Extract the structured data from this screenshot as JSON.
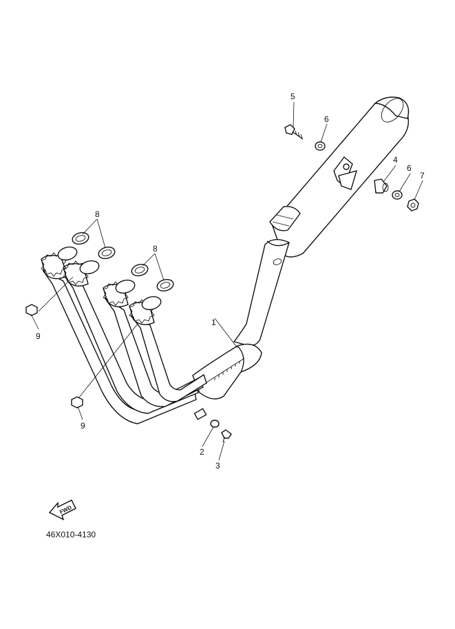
{
  "callouts": [
    {
      "id": "c1",
      "label": "1"
    },
    {
      "id": "c2",
      "label": "2"
    },
    {
      "id": "c3",
      "label": "3"
    },
    {
      "id": "c4",
      "label": "4"
    },
    {
      "id": "c5",
      "label": "5"
    },
    {
      "id": "c6a",
      "label": "6"
    },
    {
      "id": "c6b",
      "label": "6"
    },
    {
      "id": "c7",
      "label": "7"
    },
    {
      "id": "c8a",
      "label": "8"
    },
    {
      "id": "c8b",
      "label": "8"
    },
    {
      "id": "c9a",
      "label": "9"
    },
    {
      "id": "c9b",
      "label": "9"
    }
  ],
  "diagram_code": "46X010-4130",
  "forward_arrow_label": "FWD"
}
